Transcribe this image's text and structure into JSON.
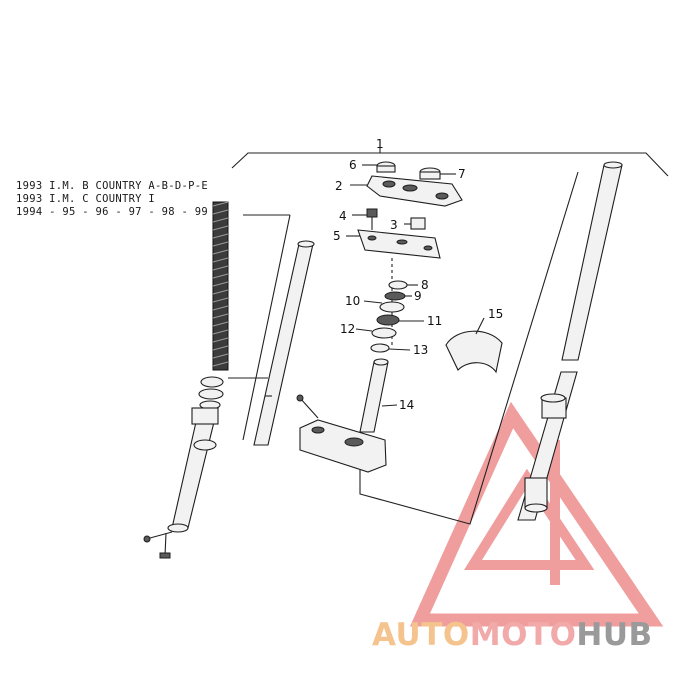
{
  "caption": {
    "line1": "1993 I.M. B COUNTRY A-B-D-P-E",
    "line2": "1993 I.M. C COUNTRY I",
    "line3": "1994 - 95 - 96 - 97 - 98 - 99"
  },
  "callouts": [
    "1",
    "2",
    "3",
    "4",
    "5",
    "6",
    "7",
    "8",
    "9",
    "10",
    "11",
    "12",
    "13",
    "14",
    "15"
  ],
  "watermark": {
    "part1": "AUTO",
    "part2": "MOTO",
    "part3": "HUB",
    "colors": {
      "auto": "#f4c38e",
      "moto": "#f1a9a9",
      "hub": "#9a9a9a",
      "triangle": "#ee8d8d"
    }
  }
}
